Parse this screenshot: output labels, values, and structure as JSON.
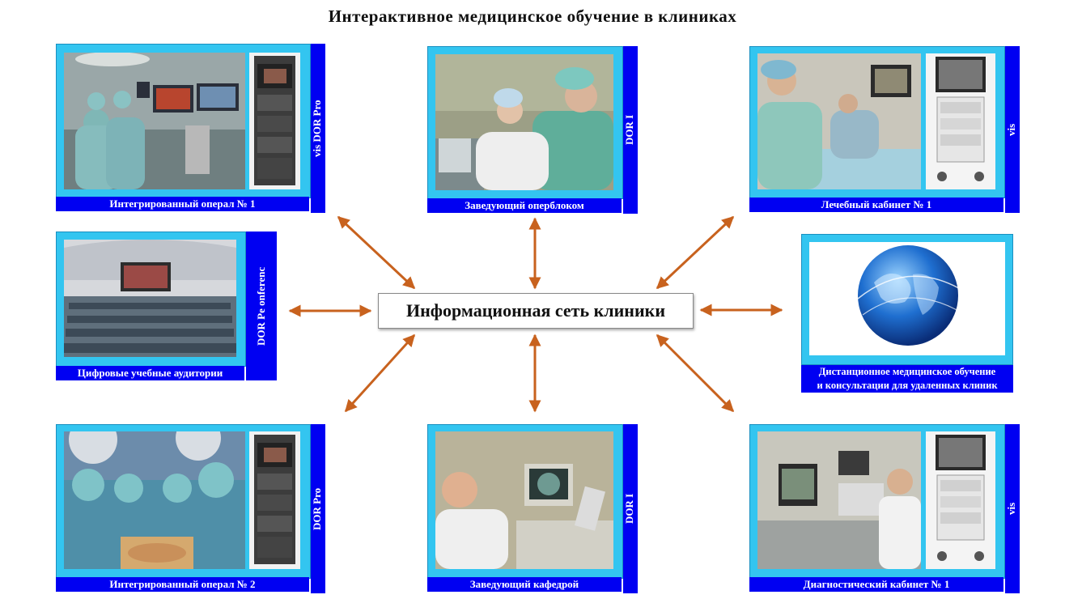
{
  "title": "Интерактивное медицинское обучение в клиниках",
  "hub": "Информационная сеть клиники",
  "colors": {
    "arrow": "#c8621e",
    "band": "#0000f2",
    "frame": "#33c5f0"
  },
  "nodes": {
    "or1": {
      "caption": "Интегрированный операл № 1",
      "vertical_text": "vis DOR Pro"
    },
    "head_ob": {
      "caption": "Заведующий оперблоком",
      "vertical_text": "DOR I"
    },
    "treat1": {
      "caption": "Лечебный кабинет № 1",
      "vertical_text": "vis"
    },
    "auditoria": {
      "caption": "Цифровые учебные аудитории",
      "vertical_text": "DOR Pe onferenc"
    },
    "remote": {
      "caption_line1": "Дистанционное медицинское обучение",
      "caption_line2": "и консультации для удаленных клиник"
    },
    "or2": {
      "caption": "Интегрированный операл № 2",
      "vertical_text": "DOR Pro"
    },
    "head_dept": {
      "caption": "Заведующий кафедрой",
      "vertical_text": "DOR I"
    },
    "diag1": {
      "caption": "Диагностический кабинет № 1",
      "vertical_text": "vis"
    }
  }
}
